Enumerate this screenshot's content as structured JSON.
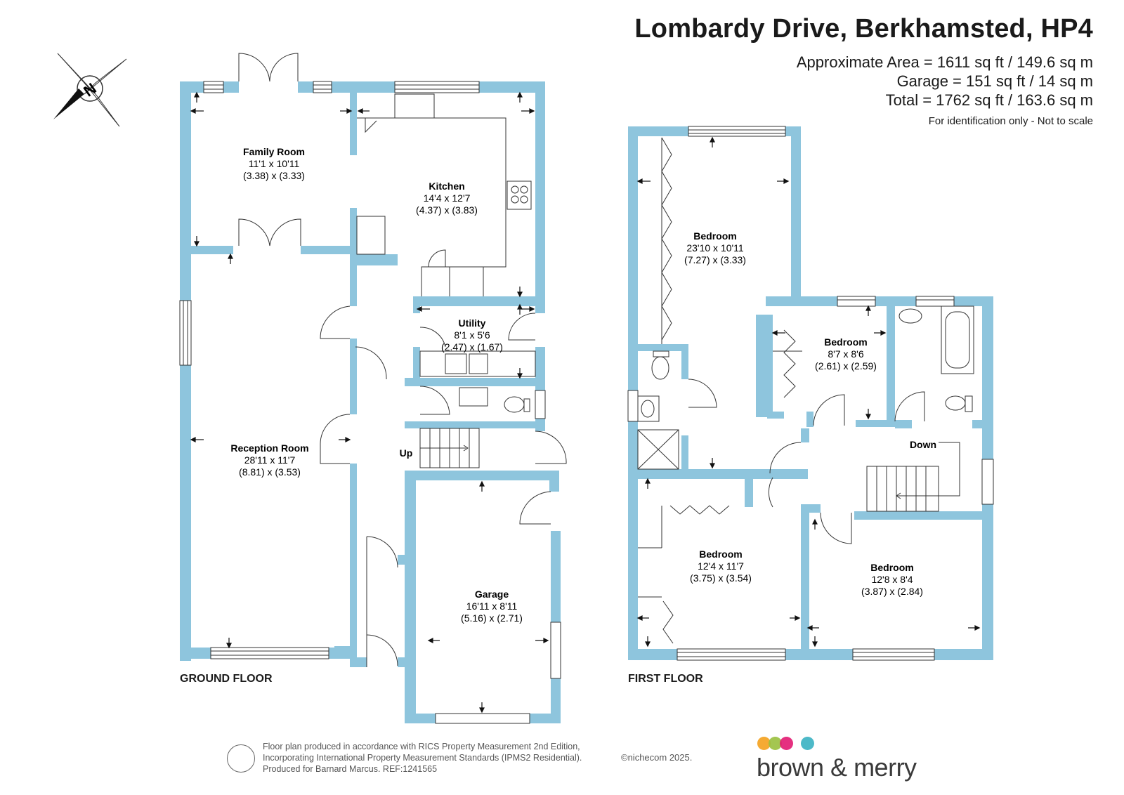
{
  "header": {
    "title": "Lombardy Drive, Berkhamsted, HP4",
    "approx_area": "Approximate Area = 1611 sq ft / 149.6 sq m",
    "garage_area": "Garage = 151 sq ft / 14 sq m",
    "total_area": "Total = 1762 sq ft / 163.6 sq m",
    "disclaimer": "For identification only - Not to scale"
  },
  "compass": {
    "letter": "N",
    "icon": "compass-icon"
  },
  "ground_floor": {
    "label": "GROUND FLOOR",
    "stairs_label": "Up",
    "rooms": [
      {
        "name": "Family Room",
        "imperial": "11'1 x 10'11",
        "metric": "(3.38) x (3.33)"
      },
      {
        "name": "Kitchen",
        "imperial": "14'4 x 12'7",
        "metric": "(4.37) x (3.83)"
      },
      {
        "name": "Utility",
        "imperial": "8'1 x 5'6",
        "metric": "(2.47) x (1.67)"
      },
      {
        "name": "Reception Room",
        "imperial": "28'11 x 11'7",
        "metric": "(8.81) x (3.53)"
      },
      {
        "name": "Garage",
        "imperial": "16'11 x 8'11",
        "metric": "(5.16) x (2.71)"
      }
    ]
  },
  "first_floor": {
    "label": "FIRST FLOOR",
    "stairs_label": "Down",
    "rooms": [
      {
        "name": "Bedroom",
        "imperial": "23'10 x 10'11",
        "metric": "(7.27) x (3.33)"
      },
      {
        "name": "Bedroom",
        "imperial": "8'7 x 8'6",
        "metric": "(2.61) x (2.59)"
      },
      {
        "name": "Bedroom",
        "imperial": "12'4 x 11'7",
        "metric": "(3.75) x (3.54)"
      },
      {
        "name": "Bedroom",
        "imperial": "12'8 x 8'4",
        "metric": "(3.87) x (2.84)"
      }
    ]
  },
  "footer": {
    "line1": "Floor plan produced in accordance with RICS Property Measurement 2nd Edition,",
    "line2": "Incorporating International Property Measurement Standards (IPMS2 Residential).",
    "line3": "Produced for Barnard Marcus.   REF:1241565",
    "copyright": "©nichecom 2025.",
    "brand": "brown & merry"
  },
  "colors": {
    "wall": "#8ec5dd",
    "brand_dots": [
      "#f4a11d",
      "#9ac03e",
      "#e21a72",
      "#4db9c8"
    ]
  }
}
